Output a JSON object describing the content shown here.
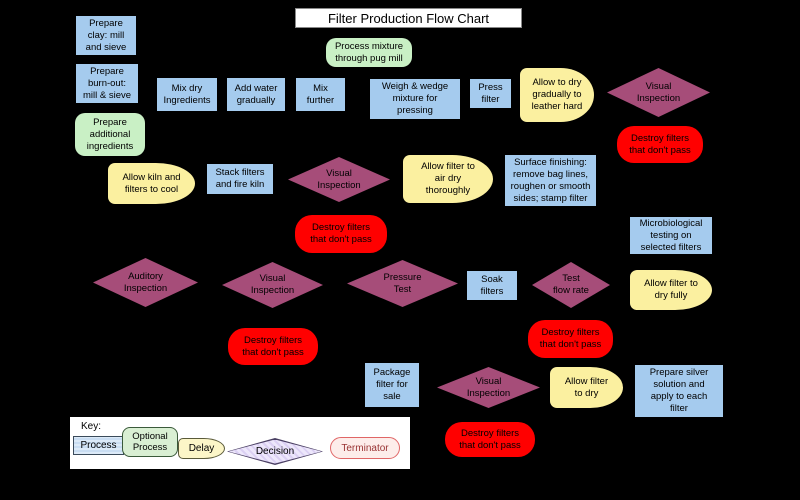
{
  "title": "Filter Production Flow Chart",
  "colors": {
    "background": "#000000",
    "process_fill": "#A5CBEE",
    "optional_fill": "#C9F0C5",
    "delay_fill": "#FBF0A0",
    "decision_fill": "#A64D79",
    "terminator_fill": "#FF0000",
    "key_terminator_border": "#E06666",
    "text": "#000000"
  },
  "nodes": {
    "process": {
      "prepare_clay": "Prepare\nclay: mill\nand sieve",
      "prepare_burnout": "Prepare\nburn-out:\nmill & sieve",
      "mix_dry": "Mix dry\nIngredients",
      "add_water": "Add water\ngradually",
      "mix_further": "Mix\nfurther",
      "weigh_wedge": "Weigh & wedge\nmixture for\npressing",
      "press_filter": "Press\nfilter",
      "stack_filters": "Stack filters\nand fire kiln",
      "surface_finishing": "Surface finishing:\nremove bag lines,\nroughen or smooth\nsides; stamp filter",
      "micro_testing": "Microbiological\ntesting on\nselected filters",
      "soak_filters": "Soak\nfilters",
      "package_filter": "Package\nfilter for\nsale",
      "prepare_silver": "Prepare silver\nsolution and\napply to each\nfilter"
    },
    "optional": {
      "prepare_additional": "Prepare\nadditional\ningredients",
      "process_mixture": "Process mixture\nthrough pug mill"
    },
    "delay": {
      "dry_leather_hard": "Allow to dry\ngradually to\nleather hard",
      "kiln_cool": "Allow kiln and\nfilters to cool",
      "air_dry": "Allow filter to\nair dry\nthoroughly",
      "dry_fully": "Allow filter to\ndry fully",
      "dry": "Allow filter\nto dry"
    },
    "decision": {
      "visual_1": "Visual\nInspection",
      "visual_2": "Visual\nInspection",
      "auditory": "Auditory\nInspection",
      "visual_3": "Visual\nInspection",
      "pressure": "Pressure\nTest",
      "flow_rate": "Test\nflow rate",
      "visual_4": "Visual\nInspection"
    },
    "terminator": {
      "destroy_1": "Destroy filters\nthat don't pass",
      "destroy_2": "Destroy filters\nthat don't pass",
      "destroy_3": "Destroy filters\nthat don't pass",
      "destroy_4": "Destroy filters\nthat don't pass",
      "destroy_5": "Destroy filters\nthat don't pass"
    }
  },
  "key": {
    "label": "Key:",
    "process": "Process",
    "optional": "Optional\nProcess",
    "delay": "Delay",
    "decision": "Decision",
    "terminator": "Terminator"
  }
}
